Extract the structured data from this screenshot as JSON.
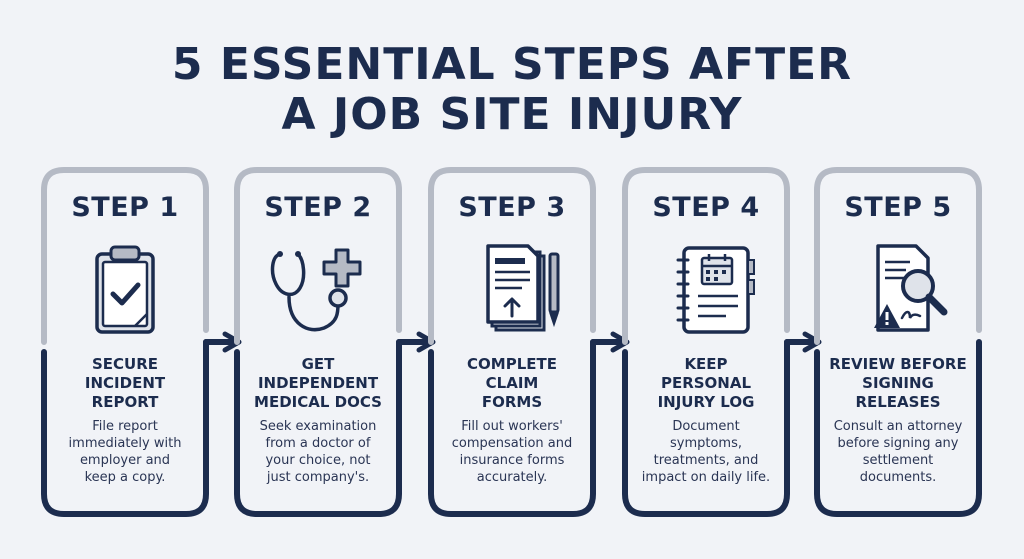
{
  "title": {
    "line1": "5 ESSENTIAL STEPS AFTER",
    "line2": "A JOB SITE INJURY"
  },
  "colors": {
    "navy": "#1c2c4e",
    "gray": "#b5bac5",
    "background": "#f1f3f7"
  },
  "steps": [
    {
      "label": "STEP 1",
      "icon": "clipboard-check-icon",
      "heading": "SECURE\nINCIDENT\nREPORT",
      "description": "File report\nimmediately with\nemployer and\nkeep a copy."
    },
    {
      "label": "STEP 2",
      "icon": "stethoscope-icon",
      "heading": "GET\nINDEPENDENT\nMEDICAL DOCS",
      "description": "Seek examination\nfrom a doctor of\nyour choice, not\njust company's."
    },
    {
      "label": "STEP 3",
      "icon": "forms-pen-icon",
      "heading": "COMPLETE\nCLAIM\nFORMS",
      "description": "Fill out workers'\ncompensation and\ninsurance forms\naccurately."
    },
    {
      "label": "STEP 4",
      "icon": "journal-log-icon",
      "heading": "KEEP\nPERSONAL\nINJURY LOG",
      "description": "Document\nsymptoms,\ntreatments, and\nimpact on daily life."
    },
    {
      "label": "STEP 5",
      "icon": "document-magnifier-icon",
      "heading": "REVIEW BEFORE\nSIGNING\nRELEASES",
      "description": "Consult an attorney\nbefore signing any\nsettlement\ndocuments."
    }
  ]
}
